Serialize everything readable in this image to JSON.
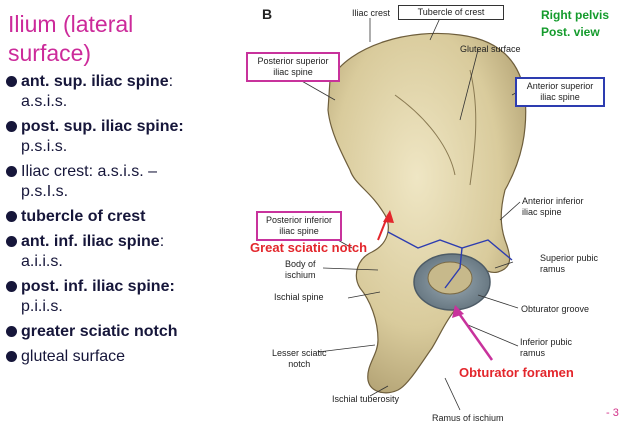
{
  "slide": {
    "title_line1": "Ilium (lateral",
    "title_line2": "surface)",
    "bullets": [
      {
        "line1_bold": "ant. sup. iliac spine",
        "line1_rest": ":",
        "line2": "a.s.i.s."
      },
      {
        "line1_bold": "post. sup. iliac spine:",
        "line1_rest": "",
        "line2": "p.s.i.s."
      },
      {
        "line1_bold": "",
        "line1_rest": "Iliac crest: a.s.i.s. –",
        "line2": "p.s.I.s."
      },
      {
        "line1_bold": "tubercle of crest",
        "line1_rest": "",
        "line2": ""
      },
      {
        "line1_bold": "ant. inf. iliac spine",
        "line1_rest": ":",
        "line2": "a.i.i.s."
      },
      {
        "line1_bold": "post. inf. iliac spine:",
        "line1_rest": "",
        "line2": "p.i.i.s."
      },
      {
        "line1_bold": "greater sciatic notch",
        "line1_rest": "",
        "line2": ""
      },
      {
        "line1_bold": "",
        "line1_rest": "gluteal surface",
        "line2": ""
      }
    ],
    "page_number": "- 3"
  },
  "figure": {
    "letter": "B",
    "view_line1": "Right pelvis",
    "view_line2": "Post. view",
    "labels": {
      "iliac_crest": "Iliac crest",
      "tubercle_of_crest": "Tubercle of crest",
      "gluteal_surface": "Gluteal surface",
      "post_sup_line1": "Posterior superior",
      "post_sup_line2": "iliac spine",
      "ant_sup_line1": "Anterior superior",
      "ant_sup_line2": "iliac spine",
      "ant_inf_line1": "Anterior inferior",
      "ant_inf_line2": "iliac spine",
      "post_inf_line1": "Posterior inferior",
      "post_inf_line2": "iliac spine",
      "great_sciatic_notch": "Great sciatic notch",
      "body_line1": "Body of",
      "body_line2": "ischium",
      "ischial_spine": "Ischial spine",
      "sup_pubic_line1": "Superior pubic",
      "sup_pubic_line2": "ramus",
      "obturator_groove": "Obturator groove",
      "inf_pubic_line1": "Inferior pubic",
      "inf_pubic_line2": "ramus",
      "lesser_line1": "Lesser sciatic",
      "lesser_line2": "notch",
      "obturator_foramen": "Obturator foramen",
      "ischial_tuberosity": "Ischial tuberosity",
      "ramus_of_ischium": "Ramus of ischium"
    }
  },
  "colors": {
    "title": "#cc2a9a",
    "accent_green": "#149b2c",
    "accent_red": "#e3262c",
    "box_magenta": "#c8329c",
    "box_blue": "#2d3cb0",
    "bone": "#ddd0a4"
  }
}
